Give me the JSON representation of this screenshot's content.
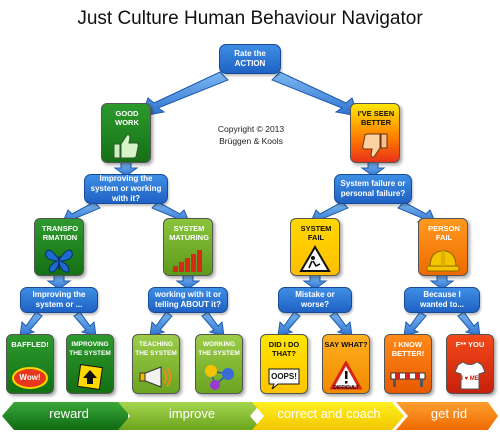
{
  "title": "Just Culture Human Behaviour Navigator",
  "copyright": {
    "line1": "Copyright © 2013",
    "line2": "Brüggen & Kools"
  },
  "root": "Rate the ACTION",
  "level1": {
    "left": "GOOD WORK",
    "right": "I'VE SEEN BETTER"
  },
  "questions1": {
    "left": "Improving the system or working with it?",
    "right": "System failure or personal failure?"
  },
  "level2": [
    "TRANSFO RMATION",
    "SYSTEM MATURING",
    "SYSTEM FAIL",
    "PERSON FAIL"
  ],
  "questions2": [
    "Improving the system or ...",
    "working with it or telling ABOUT it?",
    "Mistake or worse?",
    "Because I wanted to..."
  ],
  "leaves": [
    {
      "label": "BAFFLED!",
      "sublabel": "Wow!"
    },
    {
      "label": "IMPROVING THE SYSTEM"
    },
    {
      "label": "TEACHING THE SYSTEM"
    },
    {
      "label": "WORKING THE SYSTEM"
    },
    {
      "label": "DID I DO THAT?",
      "sublabel": "OOPS!"
    },
    {
      "label": "SAY WHAT?",
      "sublabel": "DIFFICULT"
    },
    {
      "label": "I KNOW BETTER!"
    },
    {
      "label": "F** YOU",
      "sublabel": "I ♥ ME"
    }
  ],
  "bands": [
    "reward",
    "improve",
    "correct and coach",
    "get rid"
  ],
  "colors": {
    "blue": "#2a78d6",
    "green": "#1f8c1f",
    "orange": "#f08a1a",
    "yellow": "#ffe000",
    "red": "#e23a16"
  }
}
